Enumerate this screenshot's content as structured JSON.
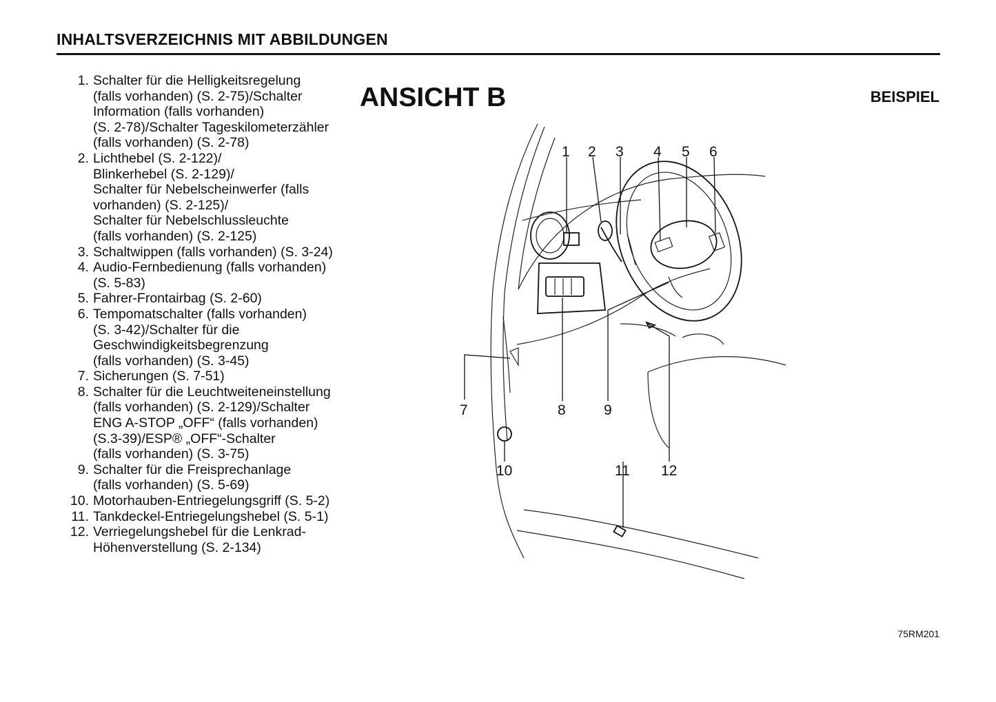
{
  "header": {
    "title": "INHALTSVERZEICHNIS MIT ABBILDUNGEN"
  },
  "view_title": "ANSICHT B",
  "example_label": "BEISPIEL",
  "figure_code": "75RM201",
  "legend": [
    {
      "num": "1.",
      "lines": [
        "Schalter für die Helligkeitsregelung",
        "(falls vorhanden) (S. 2-75)/Schalter",
        "Information (falls vorhanden)",
        "(S. 2-78)/Schalter Tageskilometerzähler",
        "(falls vorhanden) (S. 2-78)"
      ]
    },
    {
      "num": "2.",
      "lines": [
        "Lichthebel (S. 2-122)/",
        "Blinkerhebel (S. 2-129)/",
        "Schalter für Nebelscheinwerfer (falls",
        "vorhanden) (S. 2-125)/",
        "Schalter für Nebelschlussleuchte",
        "(falls vorhanden) (S. 2-125)"
      ]
    },
    {
      "num": "3.",
      "lines": [
        "Schaltwippen (falls vorhanden) (S. 3-24)"
      ]
    },
    {
      "num": "4.",
      "lines": [
        "Audio-Fernbedienung (falls vorhanden)",
        "(S. 5-83)"
      ]
    },
    {
      "num": "5.",
      "lines": [
        "Fahrer-Frontairbag (S. 2-60)"
      ]
    },
    {
      "num": "6.",
      "lines": [
        "Tempomatschalter (falls vorhanden)",
        "(S. 3-42)/Schalter für die",
        "Geschwindigkeitsbegrenzung",
        "(falls vorhanden) (S. 3-45)"
      ]
    },
    {
      "num": "7.",
      "lines": [
        "Sicherungen (S. 7-51)"
      ]
    },
    {
      "num": "8.",
      "lines": [
        "Schalter für die Leuchtweiteneinstellung",
        "(falls vorhanden) (S. 2-129)/Schalter",
        "ENG A-STOP „OFF“ (falls vorhanden)",
        "(S.3-39)/ESP® „OFF“-Schalter",
        "(falls vorhanden) (S. 3-75)"
      ]
    },
    {
      "num": "9.",
      "lines": [
        "Schalter für die Freisprechanlage",
        "(falls vorhanden) (S. 5-69)"
      ]
    },
    {
      "num": "10.",
      "lines": [
        "Motorhauben-Entriegelungsgriff (S. 5-2)"
      ]
    },
    {
      "num": "11.",
      "lines": [
        "Tankdeckel-Entriegelungshebel (S. 5-1)"
      ]
    },
    {
      "num": "12.",
      "lines": [
        "Verriegelungshebel für die Lenkrad-",
        "Höhenverstellung (S. 2-134)"
      ]
    }
  ],
  "callouts": [
    "1",
    "2",
    "3",
    "4",
    "5",
    "6",
    "7",
    "8",
    "9",
    "10",
    "11",
    "12"
  ]
}
